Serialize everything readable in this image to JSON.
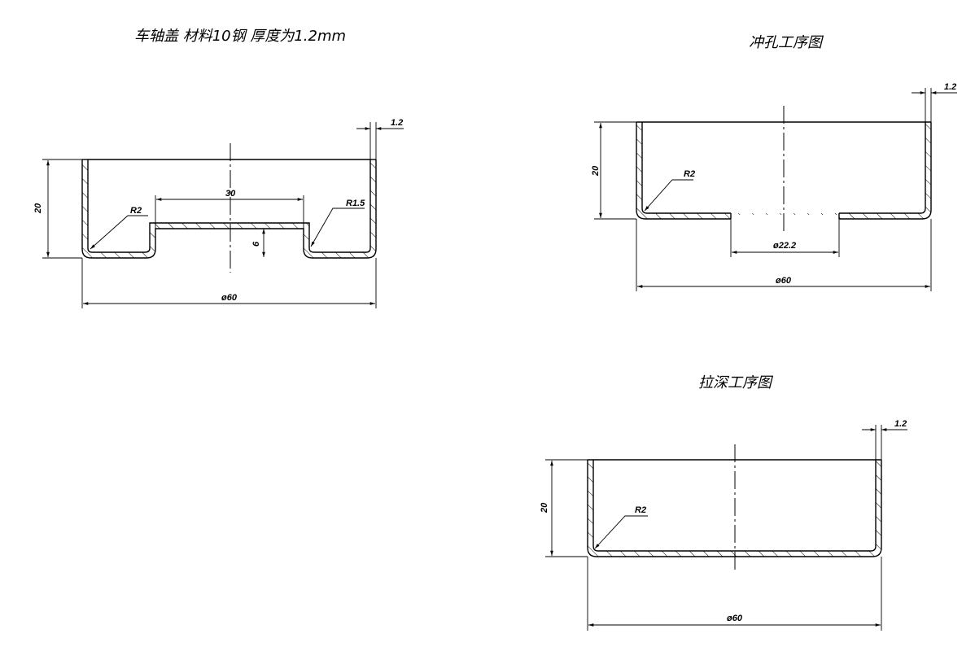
{
  "titles": {
    "part": "车轴盖  材料10钢  厚度为1.2mm",
    "punch": "冲孔工序图",
    "draw": "拉深工序图"
  },
  "part_view": {
    "thickness": "1.2",
    "height": "20",
    "width": "30",
    "step": "6",
    "radius_left": "R2",
    "radius_right": "R1.5",
    "diameter": "ø60"
  },
  "punch_view": {
    "thickness": "1.2",
    "height": "20",
    "radius": "R2",
    "hole": "ø22.2",
    "diameter": "ø60"
  },
  "draw_view": {
    "thickness": "1.2",
    "height": "20",
    "radius": "R2",
    "diameter": "ø60"
  }
}
